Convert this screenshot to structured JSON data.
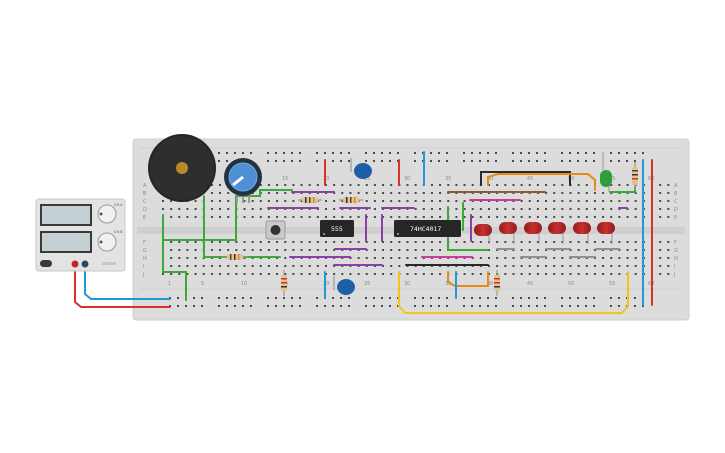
{
  "breadboard": {
    "column_numbers": [
      "1",
      "5",
      "10",
      "15",
      "20",
      "25",
      "30",
      "35",
      "40",
      "45",
      "50",
      "55",
      "60"
    ],
    "row_letters_top": [
      "A",
      "B",
      "C",
      "D",
      "E"
    ],
    "row_letters_bottom": [
      "F",
      "G",
      "H",
      "I",
      "J"
    ]
  },
  "components": {
    "timer_chip_label": "555",
    "counter_chip_label": "74HC4017"
  },
  "power_supply": {
    "knob_labels": [
      "CH.A",
      "CH.B"
    ]
  }
}
